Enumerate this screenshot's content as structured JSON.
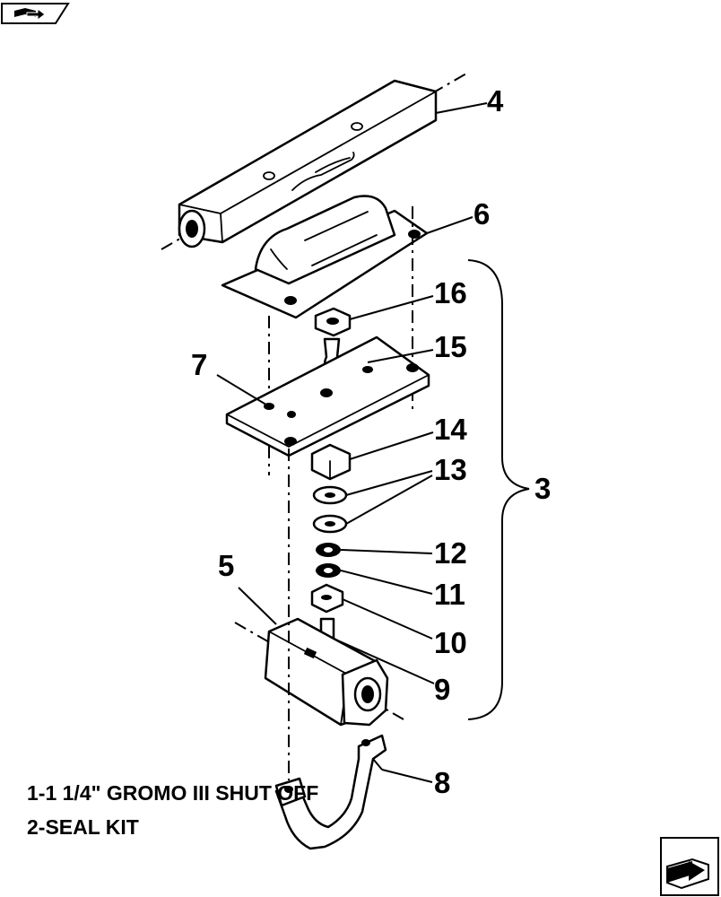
{
  "callouts": {
    "c4": "4",
    "c6": "6",
    "c16": "16",
    "c15": "15",
    "c7": "7",
    "c14": "14",
    "c13": "13",
    "c3": "3",
    "c12": "12",
    "c11": "11",
    "c10": "10",
    "c5": "5",
    "c9": "9",
    "c8": "8"
  },
  "legend": {
    "line1": "1-1 1/4\" GROMO III SHUT OFF",
    "line2": "2-SEAL KIT"
  },
  "icons": {
    "top_left": "book-arrow-icon",
    "bottom_right": "page-arrow-icon"
  }
}
